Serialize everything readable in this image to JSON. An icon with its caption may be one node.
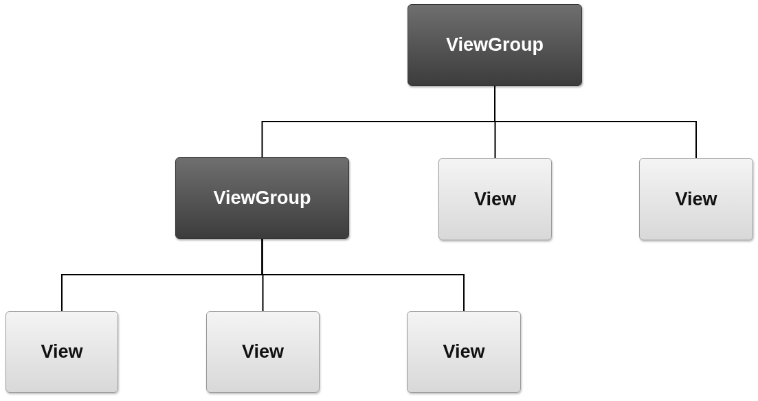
{
  "diagram": {
    "nodes": [
      {
        "text": [
          "ViewGroup"
        ]
      },
      {
        "text": [
          "ViewGroup"
        ]
      },
      {
        "text": [
          "View"
        ]
      },
      {
        "text": [
          "View"
        ]
      },
      {
        "text": [
          "View"
        ]
      },
      {
        "text": [
          "View"
        ]
      },
      {
        "text": [
          "View"
        ]
      }
    ],
    "edges": [
      {
        "from": 0,
        "to": 1,
        "arrow": "none"
      },
      {
        "from": 0,
        "to": 2,
        "arrow": "none"
      },
      {
        "from": 0,
        "to": 3,
        "arrow": "none"
      },
      {
        "from": 1,
        "to": 4,
        "arrow": "none"
      },
      {
        "from": 1,
        "to": 5,
        "arrow": "none"
      },
      {
        "from": 1,
        "to": 6,
        "arrow": "none"
      }
    ]
  }
}
